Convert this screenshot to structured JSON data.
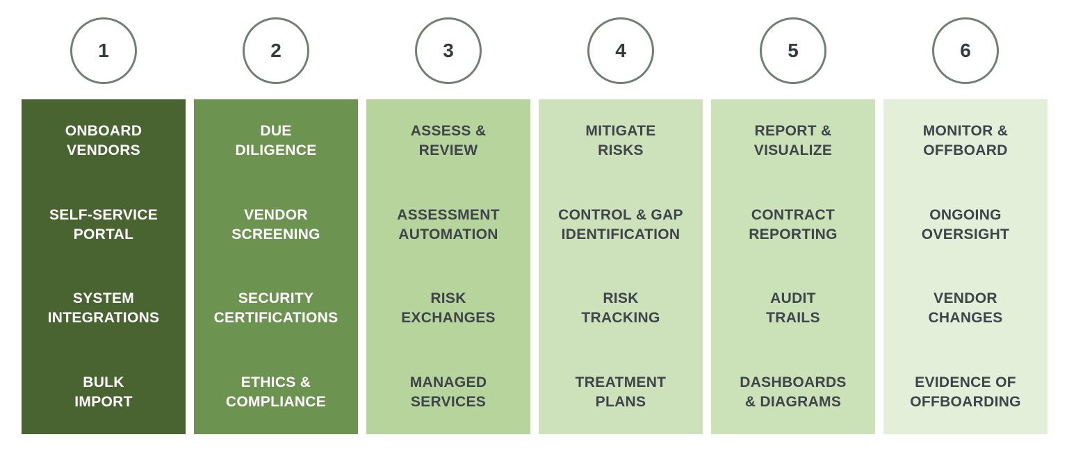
{
  "stages": [
    {
      "number": "1",
      "color": "#496430",
      "text_color": "#FFFFFF",
      "items": [
        "ONBOARD\nVENDORS",
        "SELF-SERVICE\nPORTAL",
        "SYSTEM\nINTEGRATIONS",
        "BULK\nIMPORT"
      ]
    },
    {
      "number": "2",
      "color": "#6C9450",
      "text_color": "#FFFFFF",
      "items": [
        "DUE\nDILIGENCE",
        "VENDOR\nSCREENING",
        "SECURITY\nCERTIFICATIONS",
        "ETHICS &\nCOMPLIANCE"
      ]
    },
    {
      "number": "3",
      "color": "#B6D49C",
      "text_color": "#3E4449",
      "items": [
        "ASSESS &\nREVIEW",
        "ASSESSMENT\nAUTOMATION",
        "RISK\nEXCHANGES",
        "MANAGED\nSERVICES"
      ]
    },
    {
      "number": "4",
      "color": "#CDE2BA",
      "text_color": "#3E4449",
      "items": [
        "MITIGATE\nRISKS",
        "CONTROL & GAP\nIDENTIFICATION",
        "RISK\nTRACKING",
        "TREATMENT\nPLANS"
      ]
    },
    {
      "number": "5",
      "color": "#CBE1B7",
      "text_color": "#3E4449",
      "items": [
        "REPORT &\nVISUALIZE",
        "CONTRACT\nREPORTING",
        "AUDIT\nTRAILS",
        "DASHBOARDS\n& DIAGRAMS"
      ]
    },
    {
      "number": "6",
      "color": "#E3EFD8",
      "text_color": "#3E4449",
      "items": [
        "MONITOR &\nOFFBOARD",
        "ONGOING\nOVERSIGHT",
        "VENDOR\nCHANGES",
        "EVIDENCE OF\nOFFBOARDING"
      ]
    }
  ],
  "circle_border_color": "#707E75",
  "circle_number_color": "#343B3F"
}
